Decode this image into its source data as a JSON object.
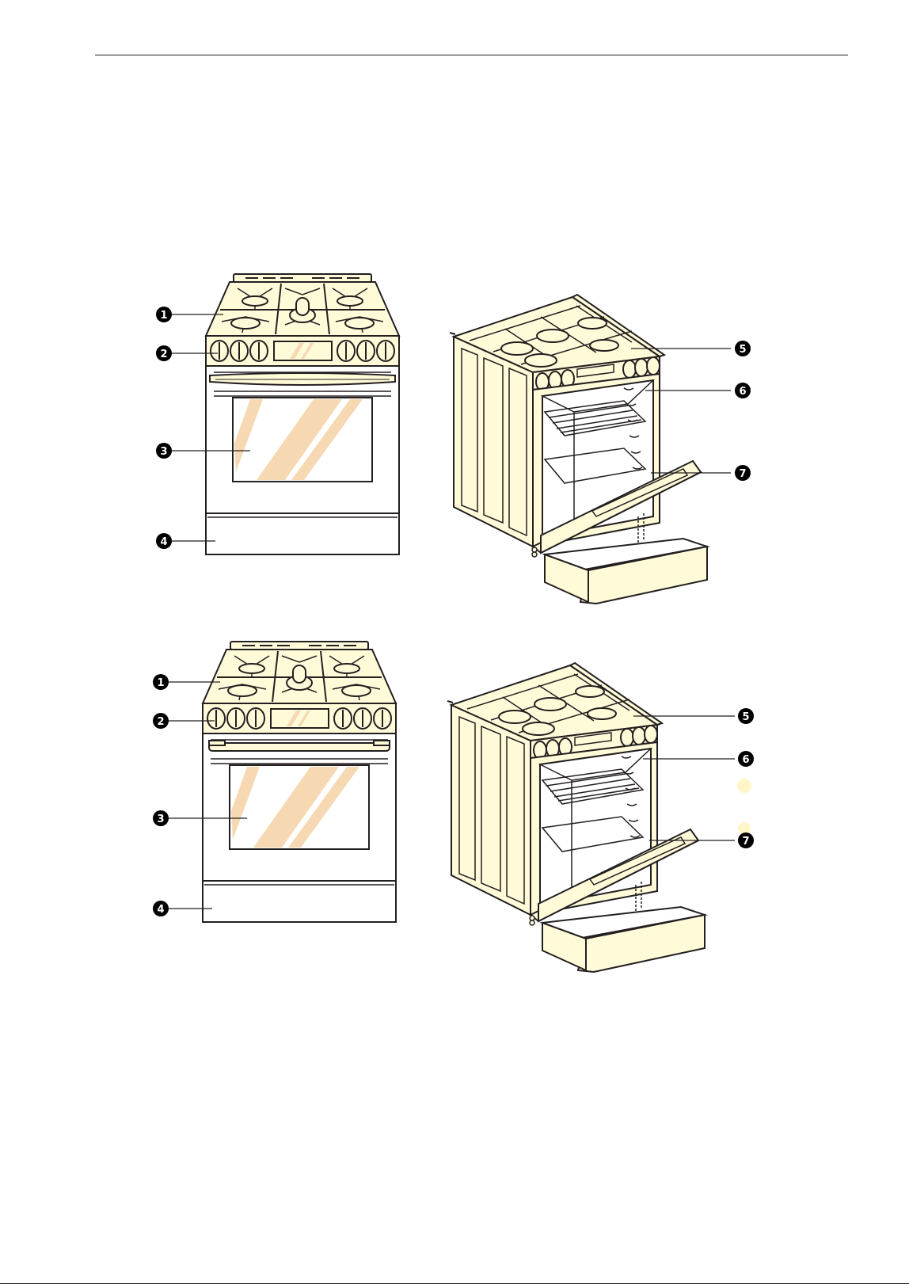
{
  "colors": {
    "line": "#231f20",
    "cream": "#fffbd9",
    "glass_stripe": "#f6d9b3",
    "callout": "#000000",
    "accent_dot": "#fff6c8"
  },
  "figures": [
    {
      "view_front": {
        "callouts": [
          "1",
          "2",
          "3",
          "4"
        ]
      },
      "view_open": {
        "callouts": [
          "5",
          "6",
          "7"
        ]
      }
    },
    {
      "view_front": {
        "callouts": [
          "1",
          "2",
          "3",
          "4"
        ]
      },
      "view_open": {
        "callouts": [
          "5",
          "6",
          "7"
        ]
      }
    }
  ]
}
